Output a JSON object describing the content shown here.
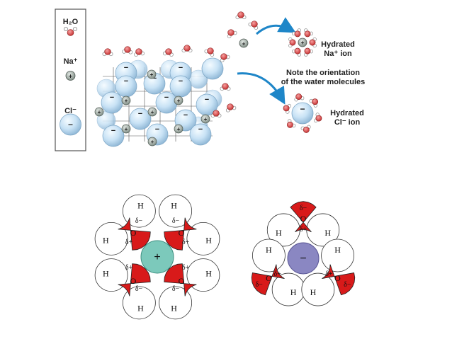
{
  "legend": {
    "water_formula": "H₂O",
    "sodium_label": "Na⁺",
    "chloride_label": "Cl⁻"
  },
  "annotations": {
    "hydrated_na_line1": "Hydrated",
    "hydrated_na_line2": "Na⁺ ion",
    "note_line1": "Note the orientation",
    "note_line2": "of the water molecules",
    "hydrated_cl_line1": "Hydrated",
    "hydrated_cl_line2": "Cl⁻ ion"
  },
  "symbols": {
    "plus": "+",
    "minus": "−",
    "hydrogen": "H",
    "oxygen": "O",
    "delta_plus": "δ+",
    "delta_minus": "δ−"
  },
  "colors": {
    "chloride_fill": "#c3def2",
    "chloride_stroke": "#6e9bbf",
    "sodium_fill": "#9aa59e",
    "oxygen_red": "#d81a1a",
    "water_o_top": "#cf3b3b",
    "cation_teal": "#7cc9bb",
    "anion_purple": "#8a87c2",
    "arrow_blue": "#1e86c8"
  }
}
